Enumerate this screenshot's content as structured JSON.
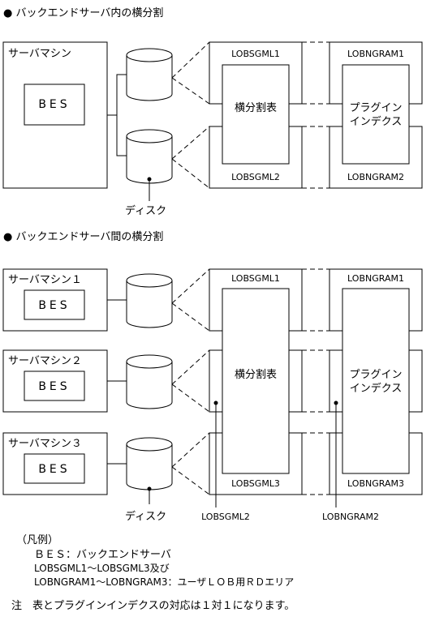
{
  "section1": {
    "title": "● バックエンドサーバ内の横分割",
    "server_label": "サーバマシン",
    "bes_label": "BES",
    "disk_label": "ディスク",
    "rd_top_left": "LOBSGML1",
    "rd_bottom_left": "LOBSGML2",
    "rd_top_right": "LOBNGRAM1",
    "rd_bottom_right": "LOBNGRAM2",
    "table_label": "横分割表",
    "index_label_1": "プラグイン",
    "index_label_2": "インデクス"
  },
  "section2": {
    "title": "● バックエンドサーバ間の横分割",
    "servers": [
      "サーバマシン１",
      "サーバマシン２",
      "サーバマシン３"
    ],
    "bes_label": "BES",
    "disk_label": "ディスク",
    "rd_left": [
      "LOBSGML1",
      "LOBSGML2",
      "LOBSGML3"
    ],
    "rd_right": [
      "LOBNGRAM1",
      "LOBNGRAM2",
      "LOBNGRAM3"
    ],
    "table_label": "横分割表",
    "index_label_1": "プラグイン",
    "index_label_2": "インデクス",
    "callout_left": "LOBSGML2",
    "callout_right": "LOBNGRAM2"
  },
  "legend": {
    "heading": "（凡例）",
    "line1": "ＢＥＳ：バックエンドサーバ",
    "line2": "LOBSGML1～LOBSGML3及び",
    "line3": "LOBNGRAM1～LOBNGRAM3：ユーザＬＯＢ用ＲＤエリア"
  },
  "note": "注　表とプラグインインデクスの対応は１対１になります。"
}
